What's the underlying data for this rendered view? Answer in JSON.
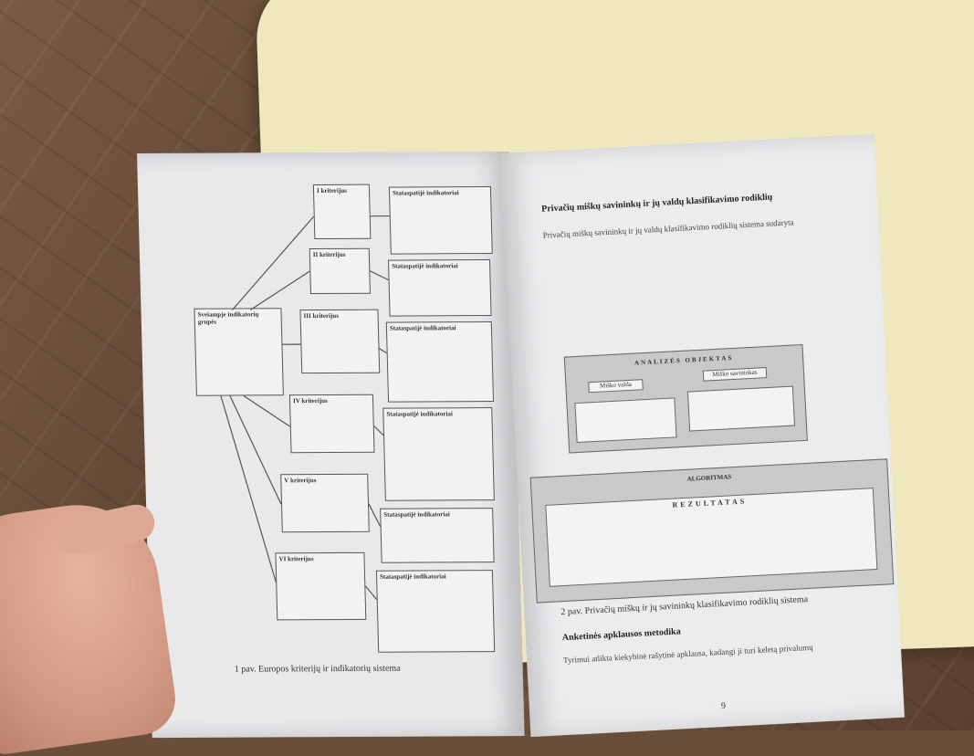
{
  "left_page": {
    "central_box": {
      "title": "Sveiampje indikatorių grupės"
    },
    "criteria": [
      {
        "title": "I kriterijus"
      },
      {
        "title": "II kriterijus"
      },
      {
        "title": "III kriterijus"
      },
      {
        "title": "IV kriterijus"
      },
      {
        "title": "V kriterijus"
      },
      {
        "title": "VI kriterijus"
      }
    ],
    "indicator_boxes": [
      {
        "title": "Stataspatijė indikatoriai"
      },
      {
        "title": "Stataspatijė indikatoriai"
      },
      {
        "title": "Stataspatijė indikatoriai"
      },
      {
        "title": "Stataspatijė indikatoriai"
      },
      {
        "title": "Stataspatijė indikatoriai"
      },
      {
        "title": "Stataspatijė indikatoriai"
      }
    ],
    "caption": "1 pav. Europos kriterijų ir indikatorių sistema"
  },
  "right_page": {
    "heading": "Privačių miškų savininkų ir jų valdų klasifikavimo rodiklių",
    "paragraph_1": "Privačių miškų savininkų ir jų valdų klasifikavimo rodiklių sistema sudaryta",
    "diagram": {
      "top_title": "ANALIZĖS OBJEKTAS",
      "box_left": "Miško valda",
      "box_right": "Miško savininkas",
      "middle_title": "ALGORITMAS",
      "result_title": "REZULTATAS"
    },
    "caption": "2 pav. Privačių miškų ir jų savininkų klasifikavimo rodiklių sistema",
    "section_heading": "Anketinės apklausos metodika",
    "paragraph_2": "Tyrimui atlikta kiekybinė rašytinė apklausa, kadangi ji turi keletą privalumų",
    "page_number": "9"
  }
}
